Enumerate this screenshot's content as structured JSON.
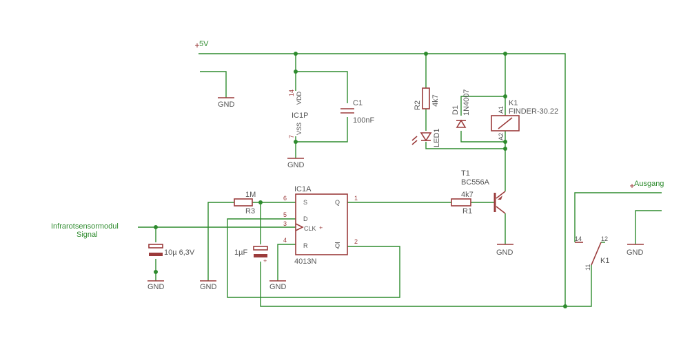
{
  "nets": {
    "vcc": "5V",
    "out": "Ausgang",
    "input_line1": "Infrarotsensormodul",
    "input_line2": "Signal"
  },
  "gnd_label": "GND",
  "ic1p": {
    "name": "IC1P",
    "pin_vdd_no": "14",
    "pin_vdd": "VDD",
    "pin_vss_no": "7",
    "pin_vss": "VSS"
  },
  "c1": {
    "name": "C1",
    "value": "100nF"
  },
  "r2": {
    "name": "R2",
    "value": "4k7"
  },
  "d1": {
    "name": "D1",
    "value": "1N4007"
  },
  "led1": {
    "name": "LED1"
  },
  "k1": {
    "name": "K1",
    "value": "FINDER-30.22",
    "pin_a1": "A1",
    "pin_a2": "A2",
    "contact_name": "K1",
    "pin_14": "14",
    "pin_12": "12",
    "pin_11": "11"
  },
  "t1": {
    "name": "T1",
    "value": "BC556A"
  },
  "r1": {
    "name": "R1",
    "value": "4k7"
  },
  "r3": {
    "name": "R3",
    "value": "1M"
  },
  "ic1a": {
    "name": "IC1A",
    "value": "4013N",
    "pin_s": "S",
    "pin_d": "D",
    "pin_clk": "CLK",
    "pin_r": "R",
    "pin_q": "Q",
    "pin_qn": "Q",
    "pin6": "6",
    "pin5": "5",
    "pin3": "3",
    "pin4": "4",
    "pin1": "1",
    "pin2": "2"
  },
  "c_input": {
    "value": "10µ 6,3V"
  },
  "c_timer": {
    "value": "1µF"
  }
}
